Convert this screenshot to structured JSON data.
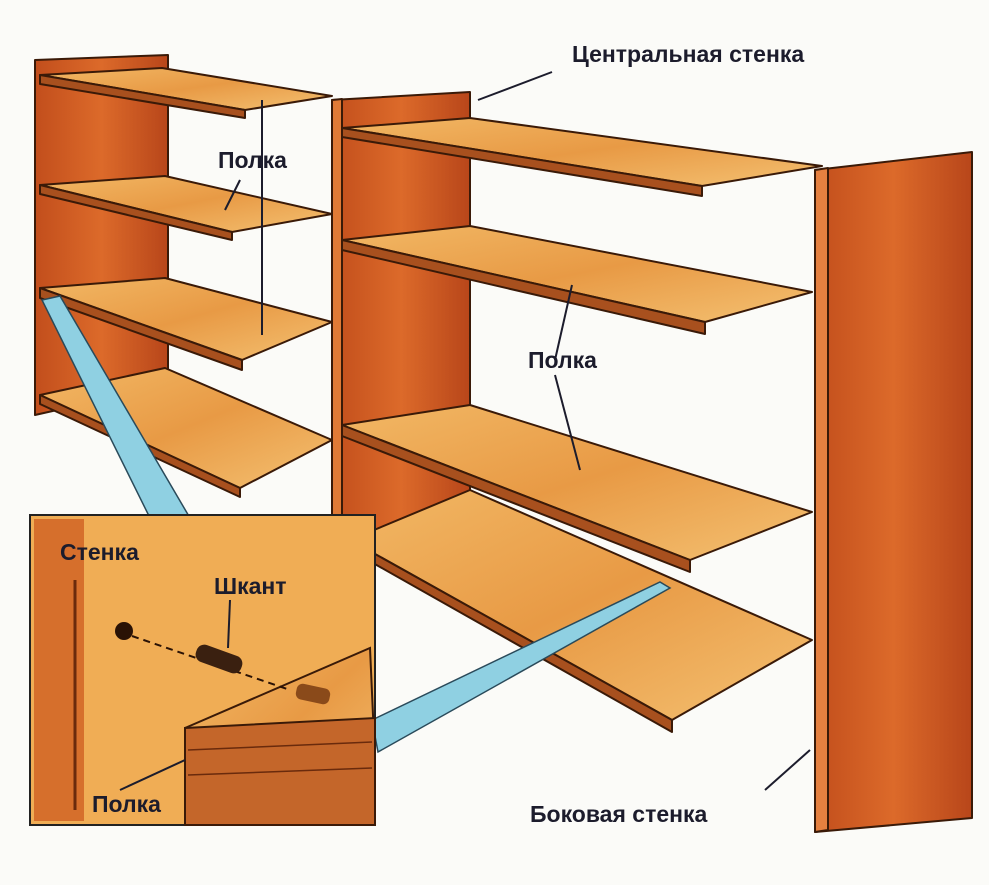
{
  "diagram": {
    "labels": {
      "central_wall": "Центральная стенка",
      "shelf_left": "Полка",
      "shelf_right": "Полка",
      "wall_inset": "Стенка",
      "dowel_inset": "Шкант",
      "shelf_inset": "Полка",
      "side_wall": "Боковая стенка"
    },
    "colors": {
      "panel": "#cf5a22",
      "shelf": "#eaa24e",
      "shelf_light": "#f4c172",
      "edge": "#3a1a08",
      "beam": "#8fd0e2",
      "inset_bg": "#f0ad55"
    }
  }
}
